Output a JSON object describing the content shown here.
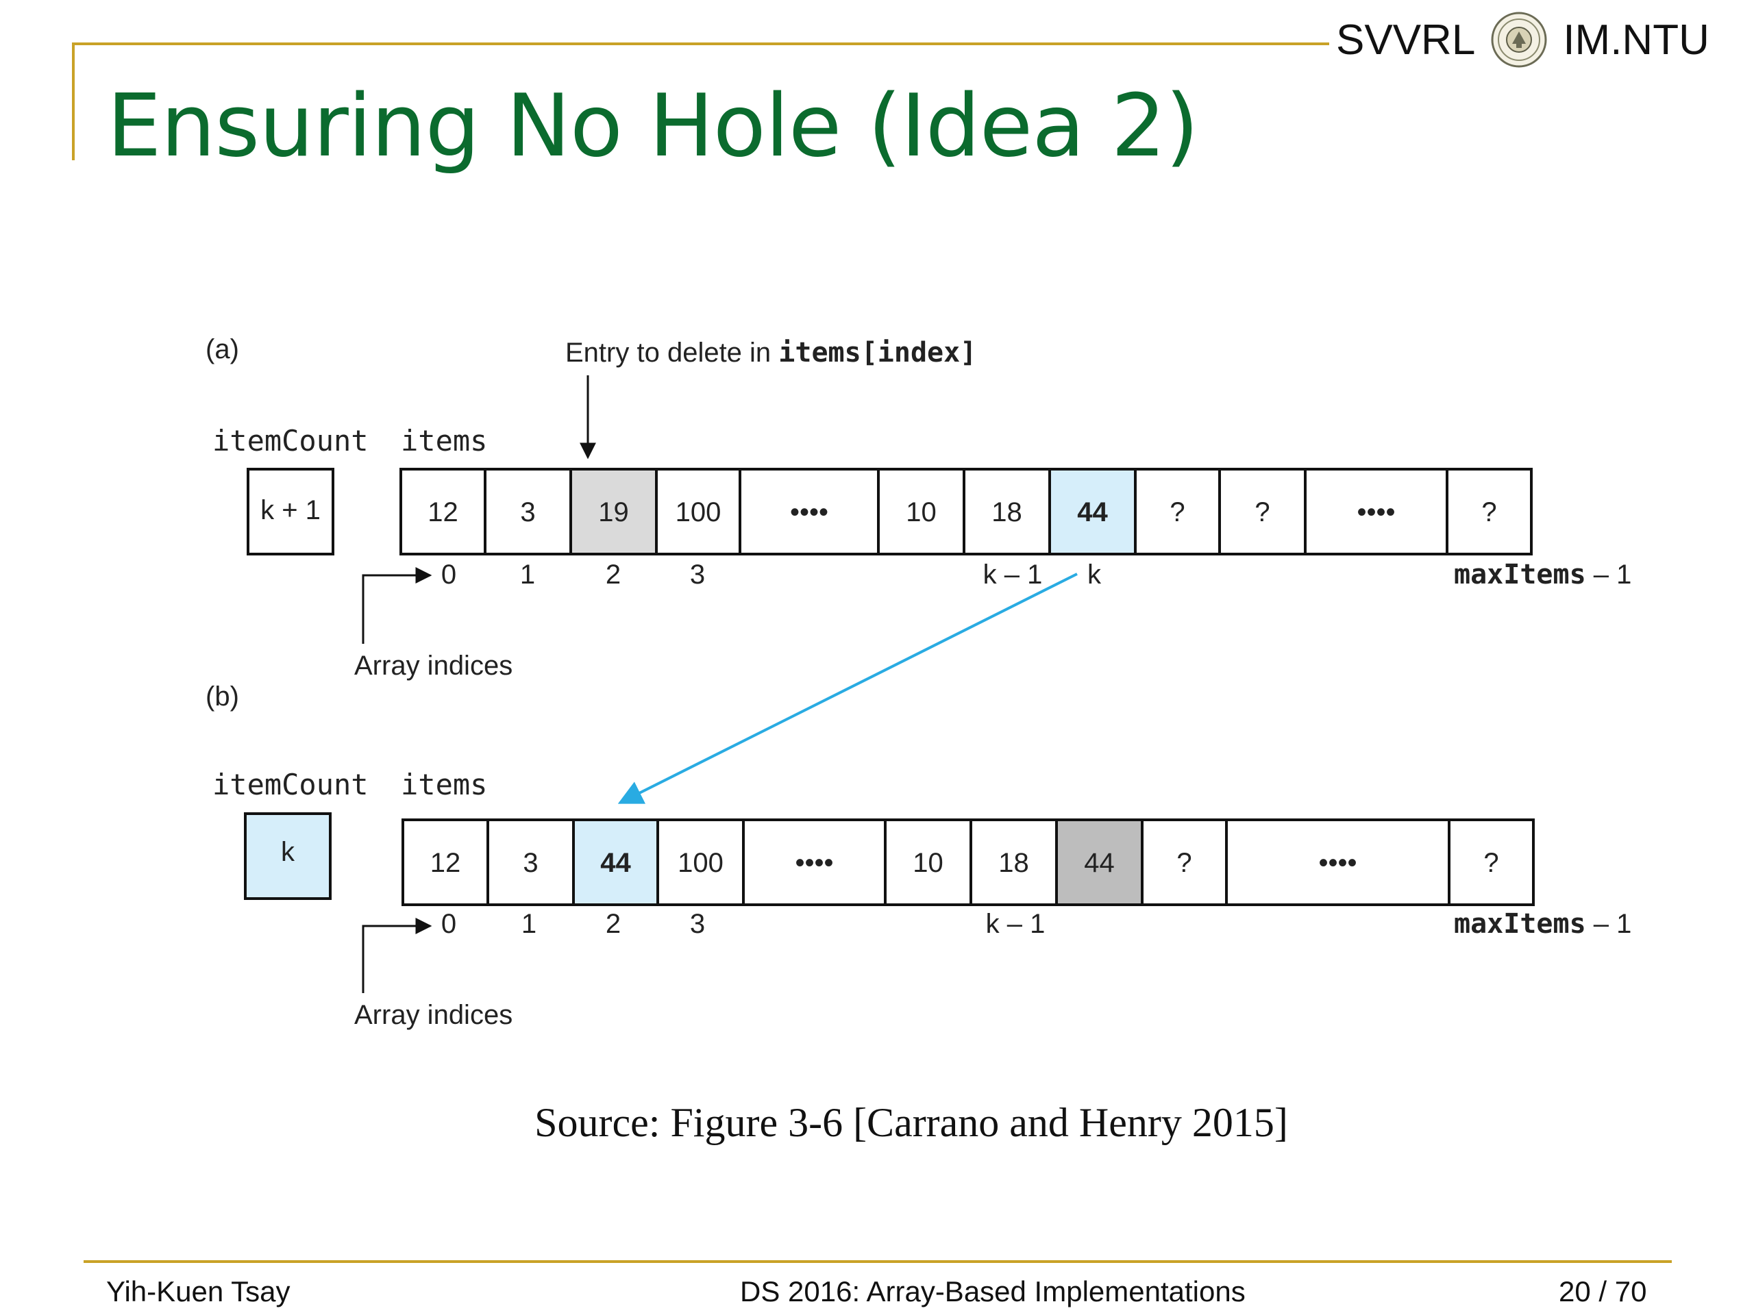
{
  "header": {
    "brand_left": "SVVRL",
    "brand_right": "IM.NTU",
    "logo_icon": "university-seal-icon"
  },
  "slide": {
    "title": "Ensuring No Hole (Idea 2)"
  },
  "diagram": {
    "panel_a": {
      "label": "(a)",
      "entry_note_prefix": "Entry to delete in ",
      "entry_note_code": "items[index]",
      "count_label": "itemCount",
      "count_value": "k + 1",
      "items_label": "items",
      "cells": [
        "12",
        "3",
        "19",
        "100",
        "••••",
        "10",
        "18",
        "44",
        "?",
        "?",
        "••••",
        "?"
      ],
      "indices": [
        "0",
        "1",
        "2",
        "3",
        "k – 1",
        "k"
      ],
      "max_index_code": "maxItems",
      "max_index_suffix": " – 1",
      "array_indices_label": "Array indices"
    },
    "panel_b": {
      "label": "(b)",
      "count_label": "itemCount",
      "count_value": "k",
      "items_label": "items",
      "cells": [
        "12",
        "3",
        "44",
        "100",
        "••••",
        "10",
        "18",
        "44",
        "?",
        "••••",
        "?"
      ],
      "indices": [
        "0",
        "1",
        "2",
        "3",
        "k – 1"
      ],
      "max_index_code": "maxItems",
      "max_index_suffix": " – 1",
      "array_indices_label": "Array indices"
    },
    "colors": {
      "highlight_blue": "#d6eefa",
      "deleted_gray": "#dadada",
      "stale_gray": "#bdbdbd",
      "arrow_blue": "#29abe2"
    }
  },
  "source_caption": "Source: Figure 3-6 [Carrano and Henry 2015]",
  "footer": {
    "author": "Yih-Kuen Tsay",
    "course": "DS 2016: Array-Based Implementations",
    "page": "20 / 70"
  }
}
